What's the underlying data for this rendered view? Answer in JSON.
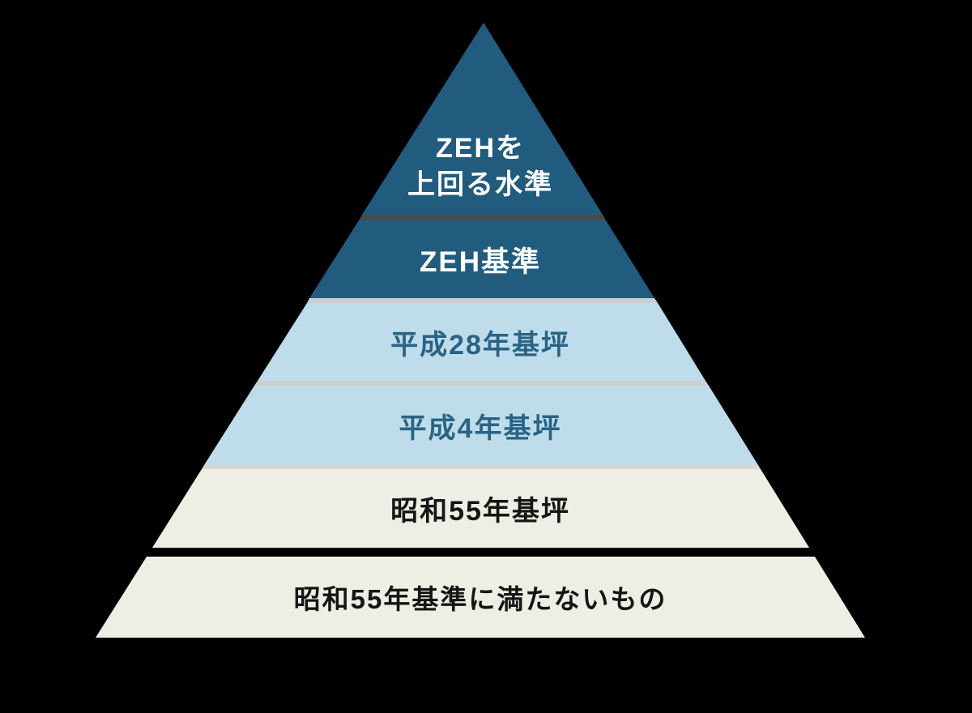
{
  "diagram": {
    "title": "insulation-standard-pyramid",
    "background_color": "#000000",
    "levels": [
      {
        "id": "above-zeh",
        "label": "ZEHを上回る水準",
        "lines": [
          "ZEHを",
          "上回る水準"
        ],
        "bg": "#215C7E",
        "text_color": "#FFFFFF"
      },
      {
        "id": "zeh-standard",
        "label": "ZEH基準",
        "bg": "#215C7E",
        "text_color": "#FFFFFF"
      },
      {
        "id": "heisei-28-standard",
        "label": "平成28年基坪",
        "bg": "#BEDCEA",
        "text_color": "#2A6384"
      },
      {
        "id": "heisei-4-standard",
        "label": "平成4年基坪",
        "bg": "#BEDCEA",
        "text_color": "#2A6384"
      },
      {
        "id": "showa-55-standard",
        "label": "昭和55年基坪",
        "bg": "#EFEEE4",
        "text_color": "#151515"
      },
      {
        "id": "below-showa-55",
        "label": "昭和55年基準に満たないもの",
        "bg": "#EFEEE4",
        "text_color": "#151515"
      }
    ],
    "separators": [
      {
        "between": "above-zeh / zeh-standard",
        "color": "#4A4A4A"
      },
      {
        "between": "zeh-standard / heisei-28-standard",
        "color": "#C9CDD0"
      },
      {
        "between": "heisei-28-standard / heisei-4-standard",
        "color": "#CDCFCF"
      },
      {
        "between": "heisei-4-standard / showa-55-standard",
        "color": "#D9D9D4"
      },
      {
        "between": "showa-55-standard / below-showa-55",
        "color": "#000000"
      }
    ]
  }
}
